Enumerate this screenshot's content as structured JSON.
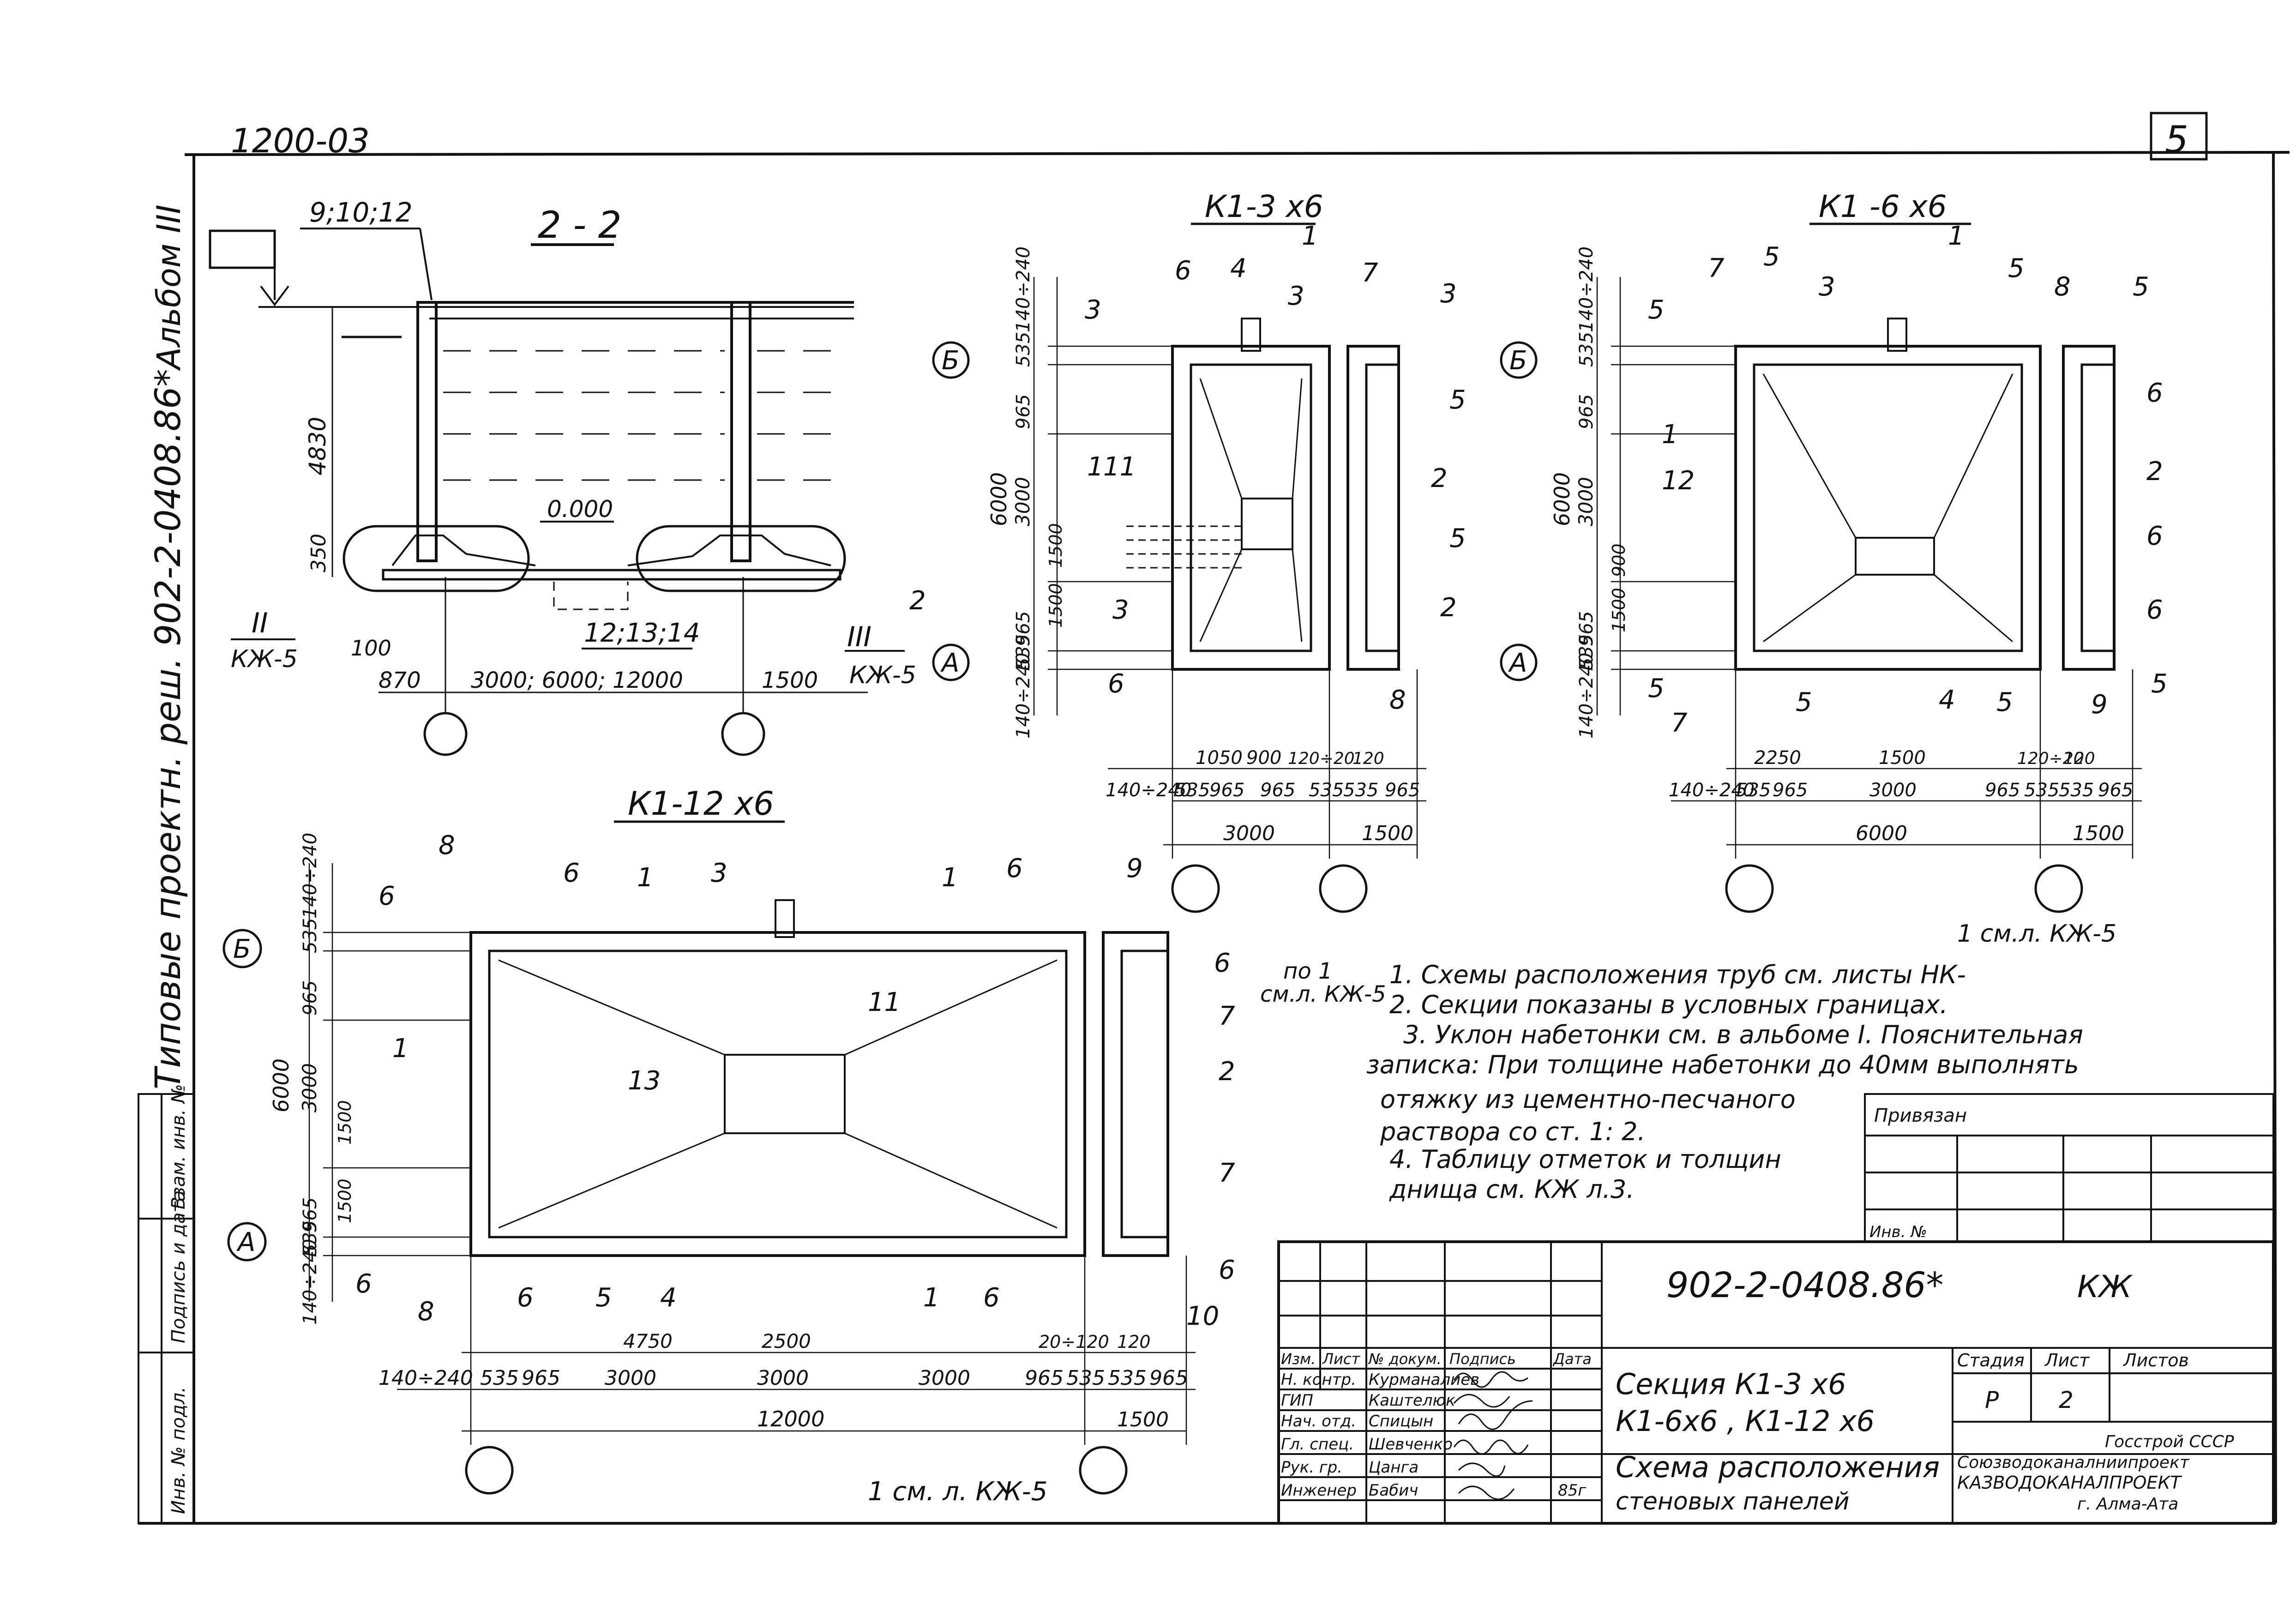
{
  "sheet": {
    "top_code": "1200-03",
    "sheet_no": "5",
    "album": "Альбом III",
    "series": "Типовые проектн. реш. 902-2-0408.86*"
  },
  "sections": {
    "s22": {
      "title": "2 - 2",
      "marks": [
        "9;10;12",
        "12;13;14"
      ],
      "elev": "0.000",
      "dims": [
        "4830",
        "350",
        "100",
        "870",
        "3000; 6000; 12000",
        "1500"
      ],
      "nodes": [
        {
          "n": "II",
          "ref": "КЖ-5"
        },
        {
          "n": "III",
          "ref": "КЖ-5"
        }
      ]
    },
    "k1_3x6": {
      "title": "К1-3 х6",
      "labels": [
        "1",
        "2",
        "3",
        "3",
        "3",
        "3",
        "4",
        "5",
        "5",
        "6",
        "6",
        "7",
        "8",
        "11"
      ],
      "dims_h": [
        "1050",
        "900",
        "120÷20",
        "120",
        "140÷240",
        "535",
        "965",
        "965",
        "535",
        "535",
        "965",
        "3000",
        "1500"
      ],
      "dims_v": [
        "140÷240",
        "535",
        "965",
        "3000",
        "1500",
        "1500",
        "965",
        "535",
        "140÷240",
        "6000"
      ]
    },
    "k1_6x6": {
      "title": "К1 -6 х6",
      "labels": [
        "1",
        "2",
        "3",
        "4",
        "5",
        "5",
        "5",
        "5",
        "5",
        "5",
        "5",
        "5",
        "6",
        "6",
        "6",
        "7",
        "7",
        "8",
        "9",
        "12"
      ],
      "dims_h": [
        "2250",
        "1500",
        "120÷20",
        "120",
        "140÷240",
        "535",
        "965",
        "3000",
        "965",
        "535",
        "535",
        "965",
        "6000",
        "1500"
      ],
      "dims_v": [
        "140÷240",
        "535",
        "965",
        "3000",
        "900",
        "1500",
        "965",
        "535",
        "140÷240",
        "6000"
      ]
    },
    "k1_12x6": {
      "title": "К1-12 х6",
      "labels": [
        "1",
        "1",
        "1",
        "1",
        "2",
        "3",
        "4",
        "5",
        "6",
        "6",
        "6",
        "6",
        "6",
        "6",
        "6",
        "6",
        "7",
        "7",
        "8",
        "8",
        "9",
        "10",
        "11",
        "13"
      ],
      "dims_h": [
        "4750",
        "2500",
        "20÷120",
        "120",
        "140÷240",
        "535",
        "965",
        "3000",
        "3000",
        "3000",
        "965",
        "535",
        "535",
        "965",
        "12000",
        "1500"
      ],
      "dims_v": [
        "140÷240",
        "535",
        "965",
        "3000",
        "1500",
        "1500",
        "965",
        "535",
        "140÷240",
        "6000"
      ]
    }
  },
  "axes": [
    "Б",
    "А"
  ],
  "cut_marks": [
    "1",
    "2",
    "2",
    "1",
    "по 1",
    "1 см. л. КЖ-5",
    "1 см.л. КЖ-5",
    "см.л. КЖ-5"
  ],
  "notes": [
    "1. Схемы расположения труб см. листы НК-",
    "2. Секции показаны в условных границах.",
    "3. Уклон набетонки см. в альбоме I. Пояснительная",
    "записка: При толщине набетонки до 40мм выполнять",
    "отяжку из цементно-песчаного",
    "раствора со ст. 1: 2.",
    "4. Таблицу отметок и толщин",
    "днища см. КЖ л.3."
  ],
  "stamp": {
    "code": "902-2-0408.86*",
    "mark": "КЖ",
    "bound_label": "Привязан",
    "inv_label": "Инв. №",
    "left_strip": [
      "Инв. № подл.",
      "Подпись и дата",
      "Взам. инв. №"
    ],
    "head": [
      "Изм.",
      "Лист",
      "№ докум.",
      "Подпись",
      "Дата"
    ],
    "people": [
      {
        "role": "Н. контр.",
        "name": "Курманалиев"
      },
      {
        "role": "ГИП",
        "name": "Каштелюк"
      },
      {
        "role": "Нач. отд.",
        "name": "Спицын"
      },
      {
        "role": "Гл. спец.",
        "name": "Шевченко"
      },
      {
        "role": "Рук. гр.",
        "name": "Цанга"
      },
      {
        "role": "Инженер",
        "name": "Бабич"
      }
    ],
    "year": "85г",
    "title1": "Секция  К1-3 х6",
    "title2": "К1-6х6 ,  К1-12 х6",
    "title3": "Схема расположения",
    "title4": "стеновых панелей",
    "stage_label": "Стадия",
    "sheet_label": "Лист",
    "sheets_label": "Листов",
    "stage": "Р",
    "sheet": "2",
    "org1": "Госстрой СССР",
    "org2": "Союзводоканалниипроект",
    "org3": "КАЗВОДОКАНАЛПРОЕКТ",
    "org4": "г. Алма-Ата"
  }
}
